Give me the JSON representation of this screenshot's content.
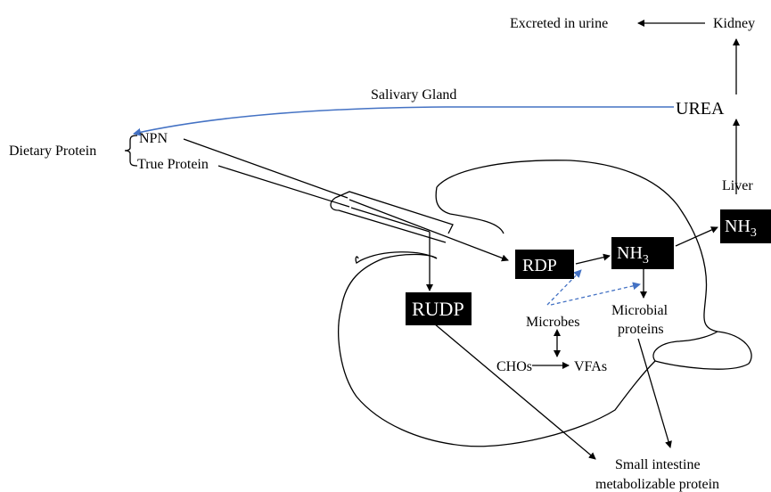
{
  "labels": {
    "excreted": "Excreted in urine",
    "kidney": "Kidney",
    "salivary_gland": "Salivary Gland",
    "urea": "UREA",
    "dietary_protein": "Dietary Protein",
    "npn": "NPN",
    "true_protein": "True Protein",
    "liver": "Liver",
    "microbes": "Microbes",
    "microbial_proteins_line1": "Microbial",
    "microbial_proteins_line2": "proteins",
    "chos": "CHOs",
    "vfas": "VFAs",
    "small_intestine_line1": "Small intestine",
    "small_intestine_line2": "metabolizable protein"
  },
  "boxes": {
    "rdp": "RDP",
    "rudp": "RUDP",
    "nh3_rumen_base": "NH",
    "nh3_rumen_sub": "3",
    "nh3_liver_base": "NH",
    "nh3_liver_sub": "3"
  },
  "colors": {
    "recycle_arrow": "#4472c4",
    "box_fill": "#000000",
    "box_text": "#ffffff"
  }
}
